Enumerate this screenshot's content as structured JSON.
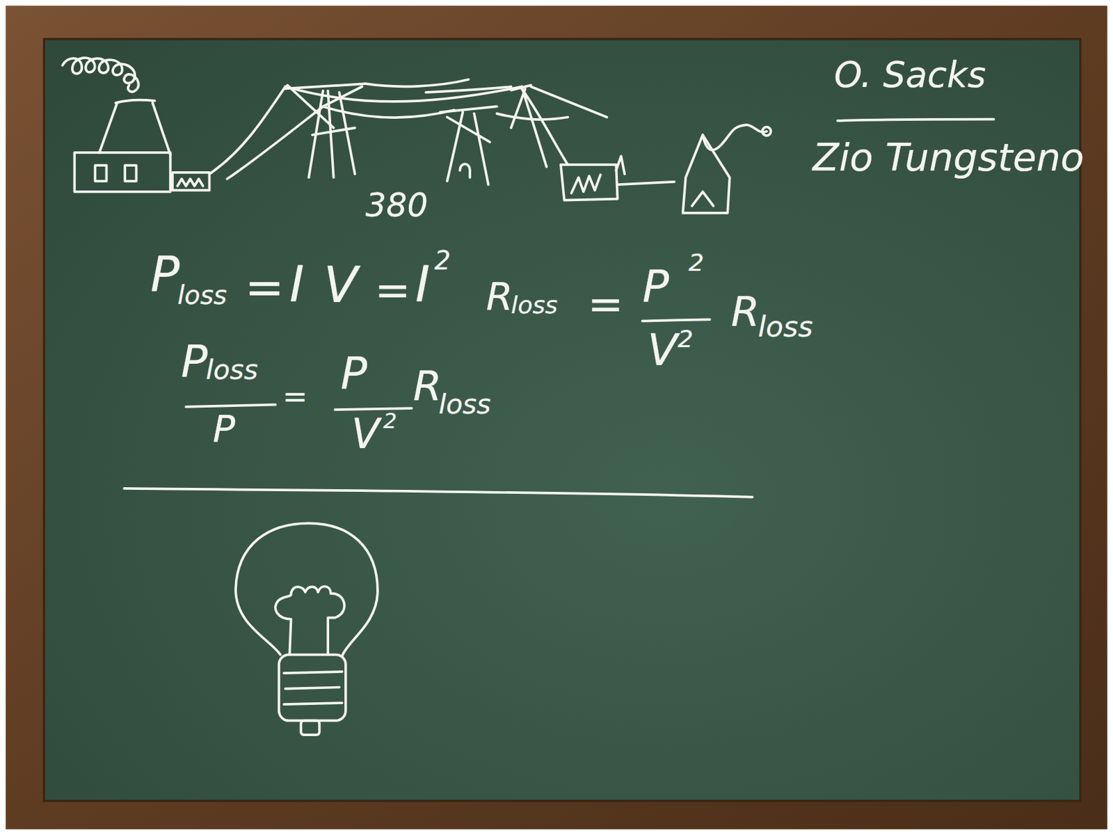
{
  "diagram": {
    "labels": [
      "O. Sacks",
      "Zio Tungsteno",
      "380",
      "P",
      "loss",
      "=",
      "I",
      "V",
      "=",
      "I",
      "2",
      "R",
      "loss",
      "=",
      "P",
      "2",
      "V",
      "2",
      "R",
      "loss",
      "P",
      "loss",
      "P",
      "=",
      "P",
      "V",
      "2",
      "R",
      "loss"
    ]
  }
}
